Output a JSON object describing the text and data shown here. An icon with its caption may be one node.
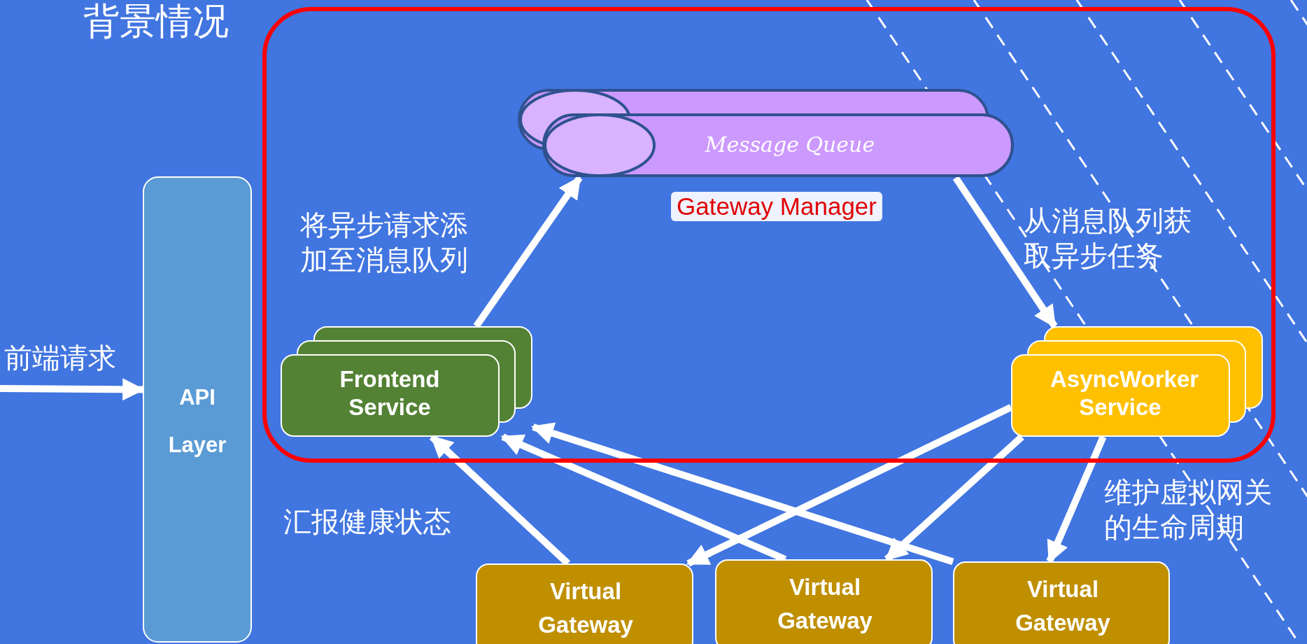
{
  "diagram": {
    "title": "背景情况",
    "nodes": [
      {
        "text": [
          "Gateway Manager"
        ]
      },
      {
        "text": [
          "Message Queue"
        ],
        "in": 0
      },
      {
        "text": [
          "Frontend Service"
        ],
        "in": 0
      },
      {
        "text": [
          "AsyncWorker Service"
        ],
        "in": 0
      },
      {
        "text": [
          "API Layer"
        ]
      },
      {
        "text": [
          "Virtual Gateway"
        ]
      },
      {
        "text": [
          "Virtual Gateway"
        ]
      },
      {
        "text": [
          "Virtual Gateway"
        ]
      }
    ],
    "edges": [
      {
        "from": null,
        "to": 4,
        "arrow": "to",
        "label": "前端请求"
      },
      {
        "from": 2,
        "to": 1,
        "arrow": "to",
        "label": "将异步请求添加至消息队列"
      },
      {
        "from": 1,
        "to": 3,
        "arrow": "to",
        "label": "从消息队列获取异步任务"
      },
      {
        "from": 5,
        "to": 2,
        "arrow": "to",
        "label": "汇报健康状态"
      },
      {
        "from": 6,
        "to": 2,
        "arrow": "to"
      },
      {
        "from": 7,
        "to": 2,
        "arrow": "to"
      },
      {
        "from": 3,
        "to": 5,
        "arrow": "to"
      },
      {
        "from": 3,
        "to": 6,
        "arrow": "to"
      },
      {
        "from": 3,
        "to": 7,
        "arrow": "to",
        "label": "维护虚拟网关的生命周期"
      }
    ]
  }
}
